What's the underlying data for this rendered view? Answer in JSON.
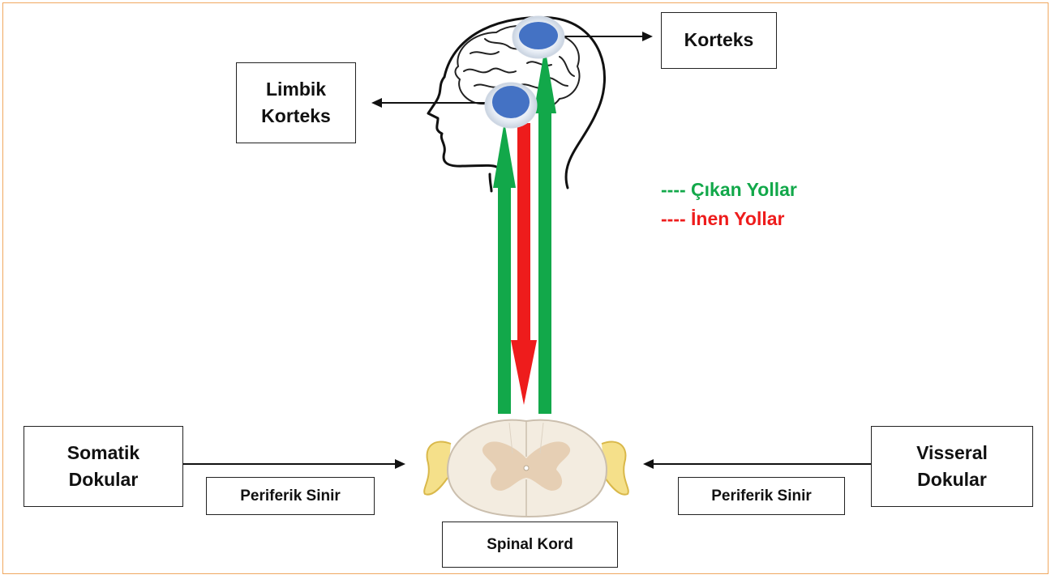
{
  "labels": {
    "korteks": "Korteks",
    "limbik": [
      "Limbik",
      "Korteks"
    ],
    "somatik": [
      "Somatik",
      "Dokular"
    ],
    "visseral": [
      "Visseral",
      "Dokular"
    ],
    "periferik_left": "Periferik Sinir",
    "periferik_right": "Periferik Sinir",
    "spinal": "Spinal Kord"
  },
  "legend": {
    "ascending": "---- Çıkan Yollar",
    "descending": "---- İnen Yollar"
  },
  "colors": {
    "ascending": "#12a84a",
    "descending": "#ee1c1c",
    "frame": "#f0a860",
    "node": "#4472c4",
    "ganglion": "#f5e08a",
    "cord": "#f3ece0",
    "grey_matter": "#e6cfb4"
  }
}
